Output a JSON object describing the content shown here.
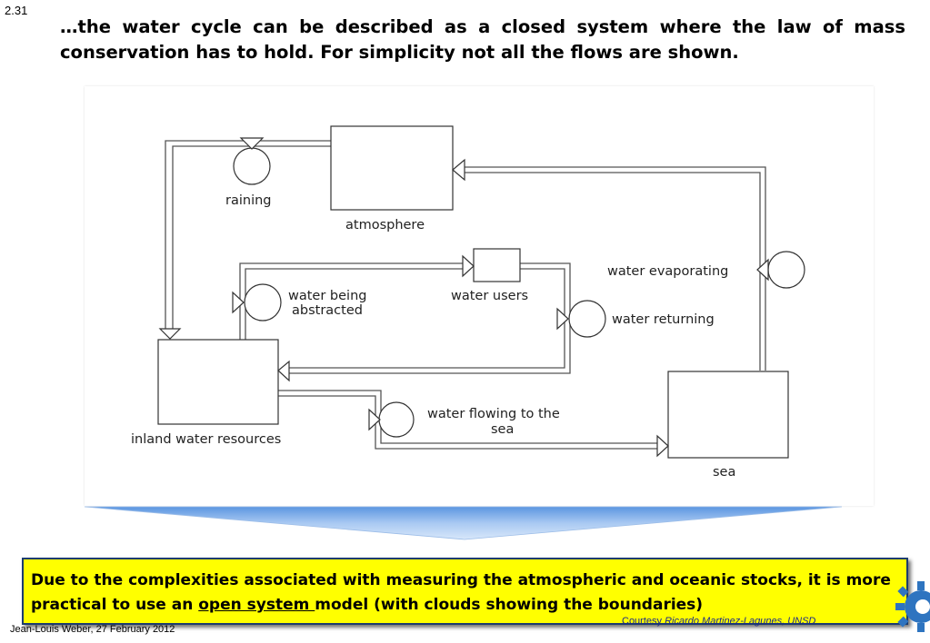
{
  "slide_number": "2.31",
  "heading": {
    "line1": "…the water cycle can be described as a closed system where the law of mass",
    "line2": "conservation has to hold.  For simplicity not all the flows are shown."
  },
  "diagram": {
    "stocks": {
      "atmosphere": "atmosphere",
      "inland": "inland water resources",
      "sea": "sea",
      "water_users": "water users"
    },
    "flows": {
      "raining": "raining",
      "abstracted_1": "water being",
      "abstracted_2": "abstracted",
      "returning": "water returning",
      "evaporating": "water evaporating",
      "to_sea_1": "water flowing to the",
      "to_sea_2": "sea"
    }
  },
  "note": {
    "part1": "Due to the complexities associated with measuring the atmospheric and oceanic stocks, it is more practical to use an ",
    "link": "open system ",
    "part2": "model (with clouds showing the boundaries)"
  },
  "courtesy": {
    "prefix": "Courtesy ",
    "name": "Ricardo Martinez-Lagunes, UNSD"
  },
  "footer": "Jean-Louis Weber, 27 February 2012",
  "colors": {
    "note_background": "#ffff00",
    "funnel_blue": "#8fb8ec",
    "gear_blue": "#2e74c0"
  }
}
